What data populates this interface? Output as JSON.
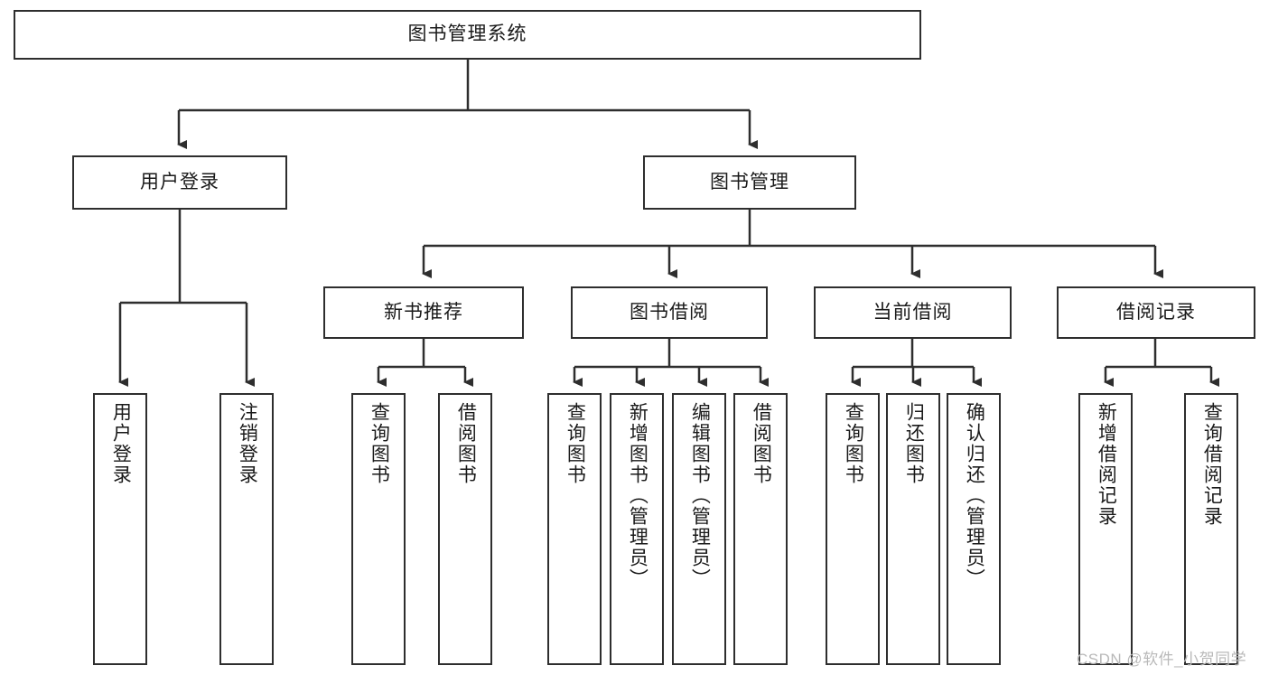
{
  "diagram": {
    "title": "图书管理系统",
    "type": "tree-hierarchy-chart",
    "root": {
      "label": "图书管理系统"
    },
    "level2": [
      {
        "label": "用户登录"
      },
      {
        "label": "图书管理"
      }
    ],
    "level3": [
      {
        "label": "新书推荐"
      },
      {
        "label": "图书借阅"
      },
      {
        "label": "当前借阅"
      },
      {
        "label": "借阅记录"
      }
    ],
    "leaves_user_login": [
      {
        "label": "用户登录"
      },
      {
        "label": "注销登录"
      }
    ],
    "leaves_new_book": [
      {
        "label": "查询图书"
      },
      {
        "label": "借阅图书"
      }
    ],
    "leaves_borrow": [
      {
        "label": "查询图书"
      },
      {
        "label": "新增图书（管理员）"
      },
      {
        "label": "编辑图书（管理员）"
      },
      {
        "label": "借阅图书"
      }
    ],
    "leaves_current": [
      {
        "label": "查询图书"
      },
      {
        "label": "归还图书"
      },
      {
        "label": "确认归还（管理员）"
      }
    ],
    "leaves_record": [
      {
        "label": "新增借阅记录"
      },
      {
        "label": "查询借阅记录"
      }
    ]
  },
  "watermark": {
    "text": "CSDN @软件_小贺同学"
  },
  "colors": {
    "stroke": "#2e2e2e",
    "background": "#ffffff",
    "text": "#1a1a1a",
    "watermark": "#b9b9b9"
  }
}
